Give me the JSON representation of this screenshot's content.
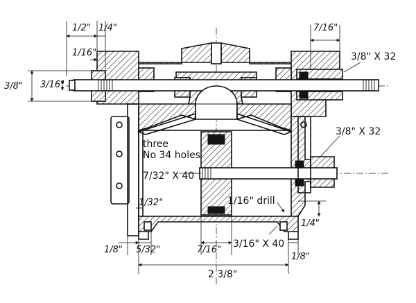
{
  "dimensions": {
    "half": "1/2\"",
    "quarter_top": "1/4\"",
    "sixteenth_top": "1/16\"",
    "seven_sixteenths_top": "7/16\"",
    "thread_top": "3/8\" X 32",
    "three_eighths_left": "3/8\"",
    "three_sixteenths_left": "3/16\"",
    "thread_side": "3/8\" X 32",
    "holes_line1": "three",
    "holes_line2": "No 34 holes",
    "thread_center": "7/32\" X 40",
    "drill": "1/16\" drill",
    "thirtysecond": "1/32\"",
    "quarter_right": "1/4\"",
    "eighth_left": "1/8\"",
    "five_thirtyseconds": "5/32\"",
    "seven_sixteenths_bottom": "7/16\"",
    "thread_bottom": "3/16\" X 40",
    "eighth_right": "1/8\"",
    "overall_width": "2 3/8\""
  }
}
